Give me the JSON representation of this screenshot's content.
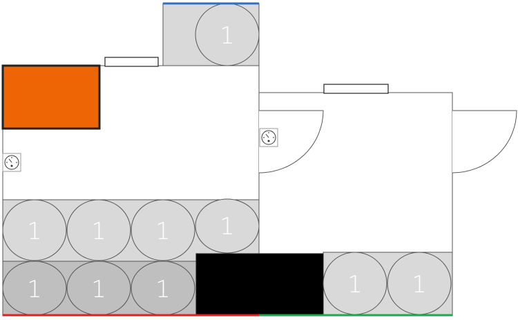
{
  "floor_plan": {
    "colors": {
      "background": "#ffffff",
      "wall": "#555555",
      "slot_fill": "#d9d9d9",
      "slot_fill_dark": "#bfbfbf",
      "slot_label": "#ffffff",
      "orange_block": "#ed6504",
      "black_block": "#000000",
      "edge_blue": "#2f6fc4",
      "edge_red": "#e02020",
      "edge_green": "#1aa84a"
    },
    "slots": [
      {
        "label": "1",
        "row": "top-room"
      },
      {
        "label": "1",
        "row": "upper"
      },
      {
        "label": "1",
        "row": "upper"
      },
      {
        "label": "1",
        "row": "upper"
      },
      {
        "label": "1",
        "row": "upper"
      },
      {
        "label": "1",
        "row": "lower"
      },
      {
        "label": "1",
        "row": "lower"
      },
      {
        "label": "1",
        "row": "lower"
      },
      {
        "label": "1",
        "row": "lower-right"
      },
      {
        "label": "1",
        "row": "lower-right"
      }
    ],
    "icons": [
      "thermostat-icon",
      "thermostat-icon"
    ],
    "edges": [
      "blue-edge",
      "red-edge",
      "green-edge"
    ]
  }
}
